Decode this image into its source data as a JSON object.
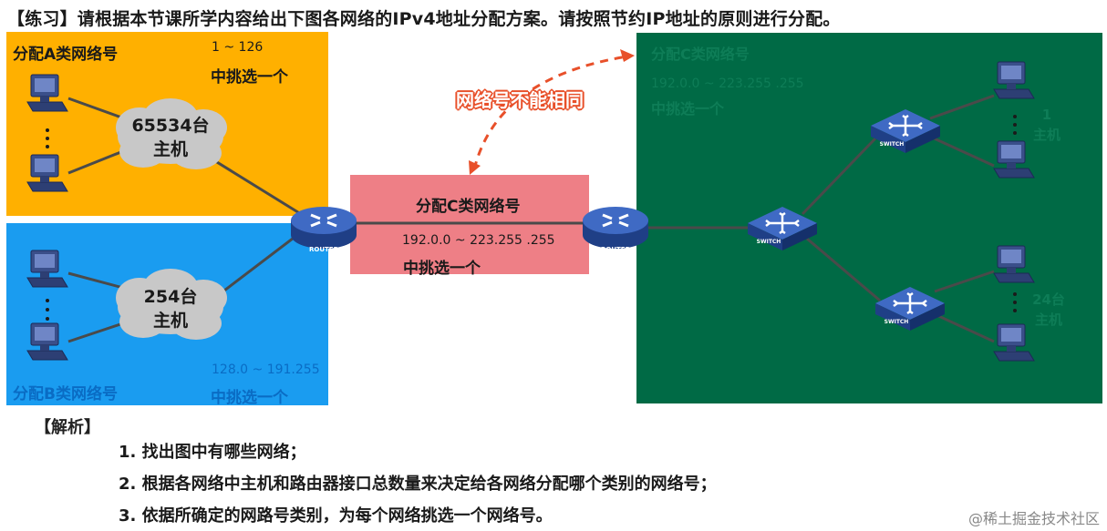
{
  "title": "【练习】请根据本节课所学内容给出下图各网络的IPv4地址分配方案。请按照节约IP地址的原则进行分配。",
  "network_a": {
    "label": "分配A类网络号",
    "range": "1 ~ 126",
    "choose": "中挑选一个",
    "hosts_line1": "65534台",
    "hosts_line2": "主机"
  },
  "network_b": {
    "label": "分配B类网络号",
    "range": "128.0 ~ 191.255",
    "choose": "中挑选一个",
    "hosts_line1": "254台",
    "hosts_line2": "主机"
  },
  "network_c": {
    "label": "分配C类网络号",
    "range": "192.0.0 ~ 223.255 .255",
    "choose": "中挑选一个"
  },
  "network_d": {
    "label": "分配C类网络号",
    "range": "192.0.0 ~ 223.255 .255",
    "choose": "中挑选一个",
    "group1_line1": "1",
    "group1_line2": "主机",
    "group2_line1": "24台",
    "group2_line2": "主机"
  },
  "warning": "网络号不能相同",
  "router_label": "ROUTER",
  "switch_label": "SWITCH",
  "analysis": {
    "title": "【解析】",
    "steps": [
      "1. 找出图中有哪些网络；",
      "2. 根据各网络中主机和路由器接口总数量来决定给各网络分配哪个类别的网络号；",
      "3. 依据所确定的网路号类别，为每个网络挑选一个网络号。"
    ]
  },
  "watermark": "@稀土掘金技术社区",
  "colors": {
    "network_a_bg": "#ffb000",
    "network_b_bg": "#1a9cf0",
    "network_c_bg": "#ee7f86",
    "network_d_bg": "#006a45",
    "warning": "#e8502a"
  }
}
